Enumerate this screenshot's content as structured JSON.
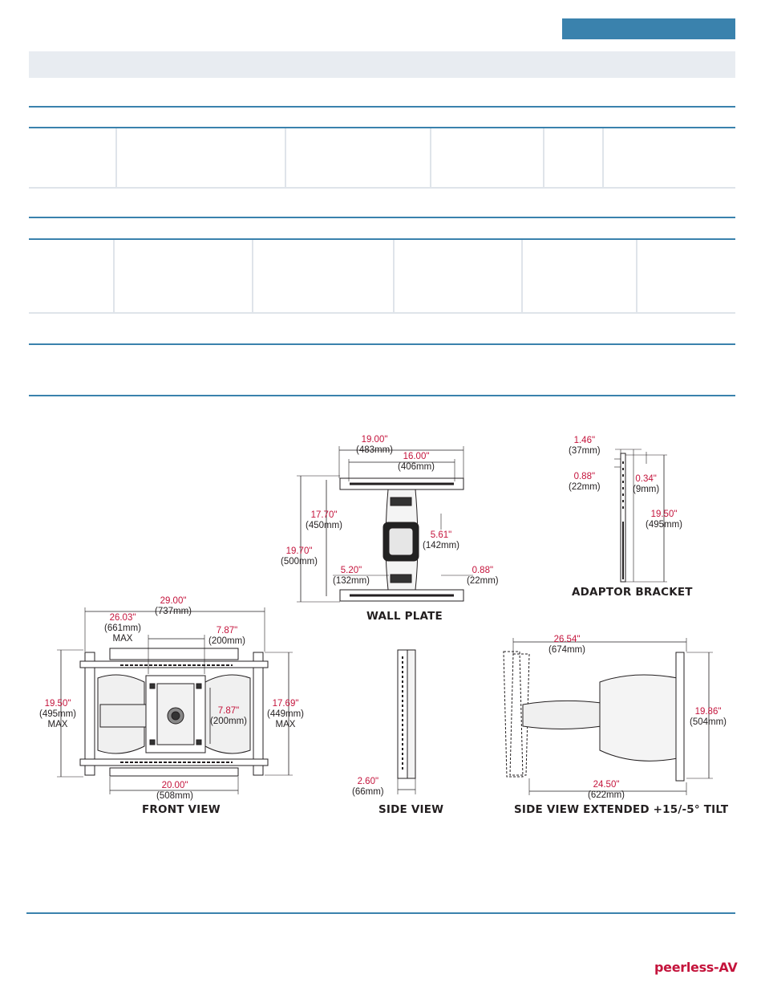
{
  "brand": {
    "logo_text": "peerless-AV",
    "accent_color": "#3a82ad",
    "dimension_color": "#c4143c"
  },
  "captions": {
    "wall_plate": "WALL PLATE",
    "adaptor_bracket": "ADAPTOR BRACKET",
    "front_view": "FRONT VIEW",
    "side_view": "SIDE VIEW",
    "side_view_extended": "SIDE VIEW EXTENDED +15/-5° TILT"
  },
  "wall_plate_dims": {
    "width_total": {
      "in": "19.00\"",
      "mm": "(483mm)"
    },
    "width_inner": {
      "in": "16.00\"",
      "mm": "(406mm)"
    },
    "height_inner": {
      "in": "17.70\"",
      "mm": "(450mm)"
    },
    "height_total": {
      "in": "19.70\"",
      "mm": "(500mm)"
    },
    "center_width": {
      "in": "5.61\"",
      "mm": "(142mm)"
    },
    "bottom_offset": {
      "in": "5.20\"",
      "mm": "(132mm)"
    },
    "slot": {
      "in": "0.88\"",
      "mm": "(22mm)"
    }
  },
  "adaptor_dims": {
    "depth": {
      "in": "1.46\"",
      "mm": "(37mm)"
    },
    "slot": {
      "in": "0.88\"",
      "mm": "(22mm)"
    },
    "top_offset": {
      "in": "0.34\"",
      "mm": "(9mm)"
    },
    "length": {
      "in": "19.50\"",
      "mm": "(495mm)"
    }
  },
  "front_view_dims": {
    "width_total": {
      "in": "29.00\"",
      "mm": "(737mm)"
    },
    "width_max": {
      "in": "26.03\"",
      "mm": "(661mm)",
      "note": "MAX"
    },
    "vesa_h": {
      "in": "7.87\"",
      "mm": "(200mm)"
    },
    "height_left": {
      "in": "19.50\"",
      "mm": "(495mm)",
      "note": "MAX"
    },
    "vesa_v": {
      "in": "7.87\"",
      "mm": "(200mm)"
    },
    "height_right": {
      "in": "17.69\"",
      "mm": "(449mm)",
      "note": "MAX"
    },
    "bottom_width": {
      "in": "20.00\"",
      "mm": "(508mm)"
    }
  },
  "side_view_dims": {
    "depth": {
      "in": "2.60\"",
      "mm": "(66mm)"
    }
  },
  "side_extended_dims": {
    "extension": {
      "in": "26.54\"",
      "mm": "(674mm)"
    },
    "height": {
      "in": "19.86\"",
      "mm": "(504mm)"
    },
    "bottom": {
      "in": "24.50\"",
      "mm": "(622mm)"
    }
  }
}
